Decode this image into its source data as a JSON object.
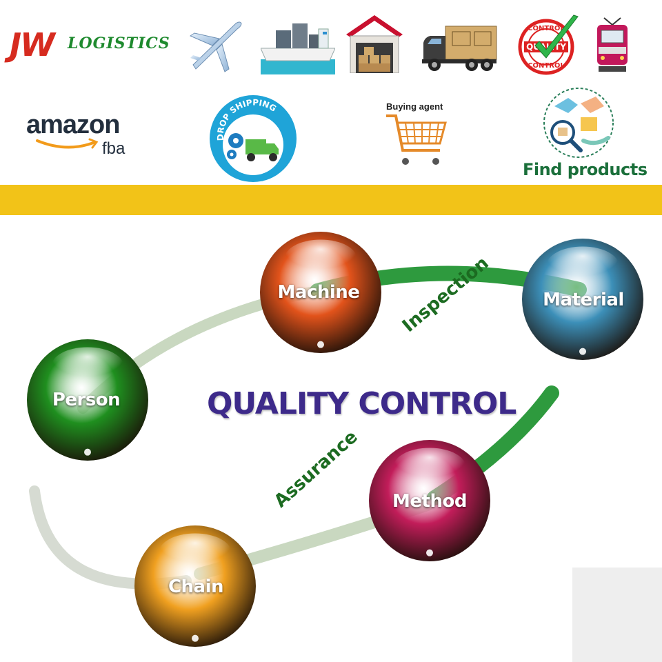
{
  "header": {
    "brand": {
      "mark": "JW",
      "word": "LOGISTICS"
    },
    "icons": [
      "airplane-icon",
      "cargo-ship-icon",
      "warehouse-icon",
      "delivery-truck-icon",
      "quality-control-stamp-icon",
      "train-icon"
    ]
  },
  "services": {
    "amazon": {
      "word": "amazon",
      "sub": "fba"
    },
    "dropship": {
      "text": "DROP SHIPPING"
    },
    "buying": {
      "label": "Buying agent"
    },
    "find": {
      "label": "Find products"
    }
  },
  "stamp": {
    "top": "CONTROL",
    "middle": "QUALITY",
    "bottom": "CONTROL"
  },
  "diagram": {
    "title": "QUALITY CONTROL",
    "inspection": "Inspection",
    "assurance": "Assurance",
    "nodes": [
      {
        "label": "Machine",
        "color": "#e2531b"
      },
      {
        "label": "Material",
        "color": "#3c8fb8"
      },
      {
        "label": "Person",
        "color": "#1f8f1f"
      },
      {
        "label": "Method",
        "color": "#c21d5a"
      },
      {
        "label": "Chain",
        "color": "#f0a020"
      }
    ]
  },
  "colors": {
    "band": "#f2c318",
    "brand_red": "#d62b1f",
    "brand_green": "#1e8a2e",
    "path_green": "#2e9a3e"
  }
}
